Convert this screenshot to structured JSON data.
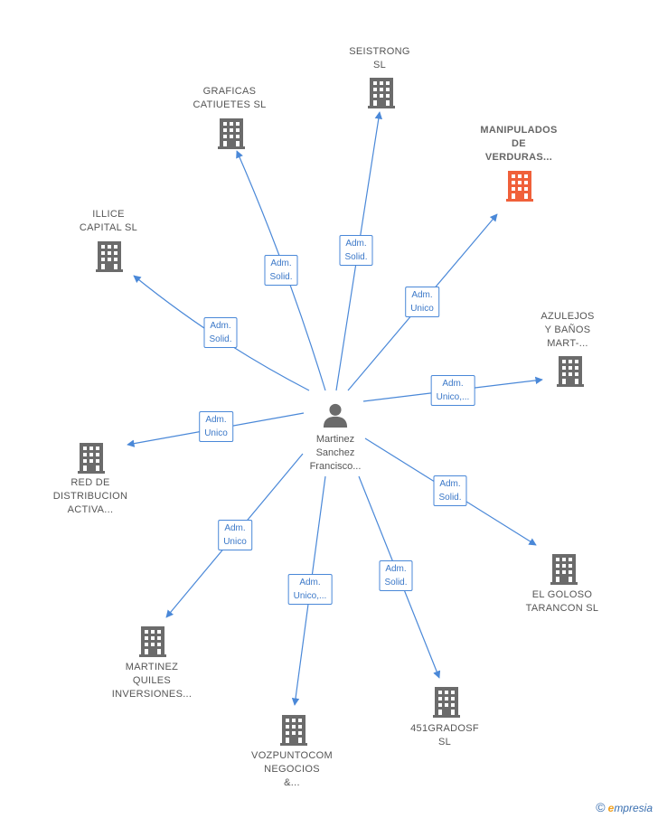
{
  "center": {
    "name": "Martinez Sanchez Francisco...",
    "lines": [
      "Martinez",
      "Sanchez",
      "Francisco..."
    ]
  },
  "colors": {
    "edge": "#4a88d8",
    "building": "#6b6b6b",
    "building_highlight": "#f0603a"
  },
  "nodes": [
    {
      "id": "seistrong",
      "lines": [
        "SEISTRONG",
        "SL"
      ],
      "highlight": false
    },
    {
      "id": "graficas",
      "lines": [
        "GRAFICAS",
        "CATIUETES  SL"
      ],
      "highlight": false
    },
    {
      "id": "manipulados",
      "lines": [
        "MANIPULADOS",
        "DE",
        "VERDURAS..."
      ],
      "highlight": true
    },
    {
      "id": "illice",
      "lines": [
        "ILLICE",
        "CAPITAL  SL"
      ],
      "highlight": false
    },
    {
      "id": "azulejos",
      "lines": [
        "AZULEJOS",
        "Y BAÑOS",
        "MART-..."
      ],
      "highlight": false
    },
    {
      "id": "red",
      "lines": [
        "RED DE",
        "DISTRIBUCION",
        "ACTIVA..."
      ],
      "highlight": false
    },
    {
      "id": "goloso",
      "lines": [
        "EL GOLOSO",
        "TARANCON  SL"
      ],
      "highlight": false
    },
    {
      "id": "martinezquiles",
      "lines": [
        "MARTINEZ",
        "QUILES",
        "INVERSIONES..."
      ],
      "highlight": false
    },
    {
      "id": "vozpuntocom",
      "lines": [
        "VOZPUNTOCOM",
        "NEGOCIOS",
        "&..."
      ],
      "highlight": false
    },
    {
      "id": "451grados",
      "lines": [
        "451GRADOSF",
        "SL"
      ],
      "highlight": false
    }
  ],
  "edges": [
    {
      "to": "seistrong",
      "label": [
        "Adm.",
        "Solid."
      ]
    },
    {
      "to": "graficas",
      "label": [
        "Adm.",
        "Solid."
      ]
    },
    {
      "to": "manipulados",
      "label": [
        "Adm.",
        "Unico"
      ]
    },
    {
      "to": "illice",
      "label": [
        "Adm.",
        "Solid."
      ]
    },
    {
      "to": "azulejos",
      "label": [
        "Adm.",
        "Unico,..."
      ]
    },
    {
      "to": "red",
      "label": [
        "Adm.",
        "Unico"
      ]
    },
    {
      "to": "goloso",
      "label": [
        "Adm.",
        "Solid."
      ]
    },
    {
      "to": "martinezquiles",
      "label": [
        "Adm.",
        "Unico"
      ]
    },
    {
      "to": "vozpuntocom",
      "label": [
        "Adm.",
        "Unico,..."
      ]
    },
    {
      "to": "451grados",
      "label": [
        "Adm.",
        "Solid."
      ]
    }
  ],
  "footer": {
    "copyright": "©",
    "brand_initial": "e",
    "brand_rest": "mpresia"
  }
}
